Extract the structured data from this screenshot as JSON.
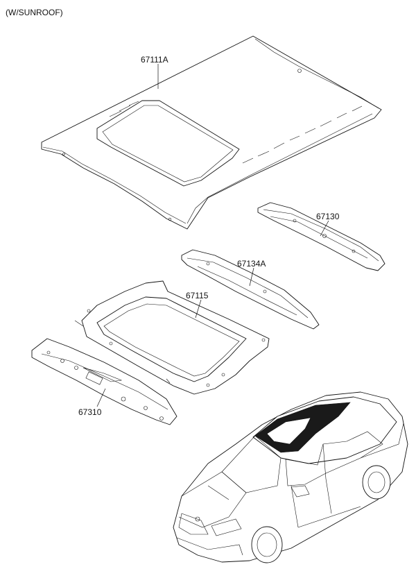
{
  "title": "(W/SUNROOF)",
  "parts": [
    {
      "id": "roof-panel",
      "number": "67111A"
    },
    {
      "id": "rear-rail",
      "number": "67130"
    },
    {
      "id": "center-rail",
      "number": "67134A"
    },
    {
      "id": "sunroof-frame",
      "number": "67115"
    },
    {
      "id": "front-rail",
      "number": "67310"
    }
  ],
  "colors": {
    "line": "#111111",
    "background": "#ffffff",
    "glass": "#1a1a1a"
  }
}
